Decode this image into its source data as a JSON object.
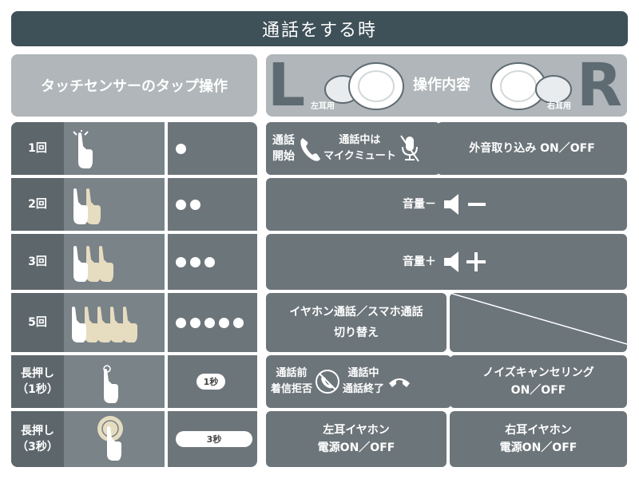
{
  "title": "通話をする時",
  "header_left": "タッチセンサーのタップ操作",
  "header_right": {
    "big_l": "L",
    "big_r": "R",
    "left_ear": "左耳用",
    "right_ear": "右耳用",
    "ops": "操作内容"
  },
  "rows": [
    {
      "count": "1回"
    },
    {
      "count": "2回"
    },
    {
      "count": "3回"
    },
    {
      "count": "5回"
    },
    {
      "count_line1": "長押し",
      "count_line2": "（1秒）",
      "pill": "1秒"
    },
    {
      "count_line1": "長押し",
      "count_line2": "（3秒）",
      "pill": "3秒"
    }
  ],
  "ops": {
    "r1_call_start_1": "通話",
    "r1_call_start_2": "開始",
    "r1_mute_1": "通話中は",
    "r1_mute_2": "マイクミュート",
    "r1_right": "外音取り込み ON／OFF",
    "r2": "音量－",
    "r3": "音量＋",
    "r4_line1": "イヤホン通話／スマホ通話",
    "r4_line2": "切り替え",
    "r5_reject_1": "通話前",
    "r5_reject_2": "着信拒否",
    "r5_end_1": "通話中",
    "r5_end_2": "通話終了",
    "r5_right_1": "ノイズキャンセリング",
    "r5_right_2": "ON／OFF",
    "r6_left_1": "左耳イヤホン",
    "r6_left_2": "電源ON／OFF",
    "r6_right_1": "右耳イヤホン",
    "r6_right_2": "電源ON／OFF"
  },
  "colors": {
    "dark": "#3e5058",
    "gray": "#6c757a",
    "light": "#b0b6b9",
    "skin": "#e6dcc0"
  }
}
